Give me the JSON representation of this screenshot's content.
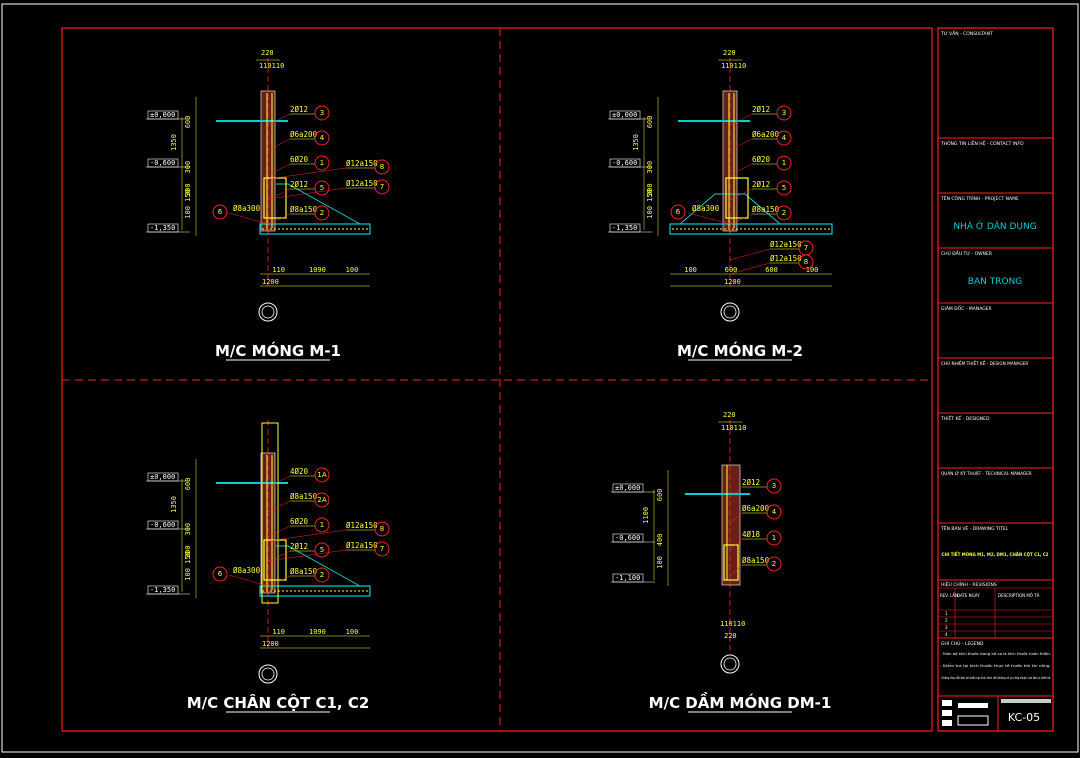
{
  "panels": [
    {
      "id": "m1",
      "title": "M/C MÓNG M-1",
      "top_dims": [
        "220",
        "110110"
      ],
      "levels": [
        "±0,000",
        "-0,600",
        "-1,350"
      ],
      "vdims": [
        "600",
        "1350",
        "300",
        "300",
        "100 150"
      ],
      "callouts": [
        {
          "label": "2Ø12",
          "bubble": "3"
        },
        {
          "label": "Ø6a200",
          "bubble": "4"
        },
        {
          "label": "6Ø20",
          "bubble": "1"
        },
        {
          "label": "2Ø12",
          "bubble": "5"
        },
        {
          "label": "Ø8a150",
          "bubble": "2"
        },
        {
          "label": "Ø12a150",
          "bubble": "8"
        },
        {
          "label": "Ø12a150",
          "bubble": "7"
        },
        {
          "label": "Ø8a300",
          "bubble": "6"
        }
      ],
      "bottom_dims": [
        "110",
        "1090",
        "100"
      ],
      "total_dim": "1200"
    },
    {
      "id": "m2",
      "title": "M/C MÓNG M-2",
      "top_dims": [
        "220",
        "110110"
      ],
      "levels": [
        "±0,000",
        "-0,600",
        "-1,350"
      ],
      "vdims": [
        "600",
        "1350",
        "300",
        "300",
        "100 150"
      ],
      "callouts": [
        {
          "label": "2Ø12",
          "bubble": "3"
        },
        {
          "label": "Ø6a200",
          "bubble": "4"
        },
        {
          "label": "6Ø20",
          "bubble": "1"
        },
        {
          "label": "2Ø12",
          "bubble": "5"
        },
        {
          "label": "Ø8a150",
          "bubble": "2"
        },
        {
          "label": "Ø8a300",
          "bubble": "6"
        },
        {
          "label": "Ø12a150",
          "bubble": "7"
        },
        {
          "label": "Ø12a150",
          "bubble": "8"
        }
      ],
      "bottom_dims": [
        "100",
        "600",
        "600",
        "100"
      ],
      "total_dim": "1200"
    },
    {
      "id": "c1c2",
      "title": "M/C CHÂN CỘT C1, C2",
      "top_dims": [],
      "levels": [
        "±0,000",
        "-0,600",
        "-1,350"
      ],
      "vdims": [
        "600",
        "1350",
        "300",
        "300",
        "100 150"
      ],
      "callouts": [
        {
          "label": "4Ø20",
          "bubble": "1A"
        },
        {
          "label": "Ø8a150",
          "bubble": "2A"
        },
        {
          "label": "6Ø20",
          "bubble": "1"
        },
        {
          "label": "2Ø12",
          "bubble": "5"
        },
        {
          "label": "Ø8a150",
          "bubble": "2"
        },
        {
          "label": "Ø12a150",
          "bubble": "8"
        },
        {
          "label": "Ø12a150",
          "bubble": "7"
        },
        {
          "label": "Ø8a300",
          "bubble": "6"
        }
      ],
      "bottom_dims": [
        "110",
        "1090",
        "100"
      ],
      "total_dim": "1200"
    },
    {
      "id": "dm1",
      "title": "M/C DẦM MÓNG DM-1",
      "top_dims": [
        "220",
        "110110"
      ],
      "levels": [
        "±0,000",
        "-0,600",
        "-1,100"
      ],
      "vdims": [
        "600",
        "1100",
        "400",
        "100"
      ],
      "callouts": [
        {
          "label": "2Ø12",
          "bubble": "3"
        },
        {
          "label": "Ø6a200",
          "bubble": "4"
        },
        {
          "label": "4Ø18",
          "bubble": "1"
        },
        {
          "label": "Ø8a150",
          "bubble": "2"
        }
      ],
      "bottom_dims": [
        "110110",
        "220"
      ],
      "total_dim": ""
    }
  ],
  "title_block": {
    "consultant_label": "TƯ VẤN - CONSULTANT",
    "contact_label": "THÔNG TIN LIÊN HỆ - CONTACT INFO",
    "project_label": "TÊN CÔNG TRÌNH - PROJECT NAME",
    "project_value": "NHÀ Ở DÂN DỤNG",
    "owner_label": "CHỦ ĐẦU TƯ - OWNER",
    "owner_value": "BẠN TRỌNG",
    "manager_label": "GIÁM ĐỐC - MANAGER",
    "design_manager_label": "CHỦ NHIỆM THIẾT KẾ - DESIGN MANAGER",
    "designed_label": "THIẾT KẾ - DESIGNED",
    "technical_label": "QUẢN LÝ KỸ THUẬT - TECHNICAL MANAGER",
    "drawing_title_label": "TÊN BẢN VẼ - DRAWING TITEL",
    "drawing_title_value": "CHI TIẾT MÓNG M1, M2, DM1, CHÂN CỘT C1, C2",
    "revision_label": "HIỆU CHỈNH - REVISIONS",
    "rev_headers": [
      "REV. LẦN",
      "DATE NGÀY",
      "DESCRIPTION MÔ TẢ"
    ],
    "rev_rows": [
      "1",
      "2",
      "3",
      "4"
    ],
    "legend_label": "GHI CHÚ - LEGEND",
    "legend_lines": [
      "- Toàn bộ kích thước trong hồ sơ là kích thước hoàn thiện.",
      "- Kiểm tra lại kích thước thực tế trước khi thi công.",
      "- Không thay đổi bản vẽ dưới mọi hình thức nếu không có sự chấp thuận của đơn vị thiết kế."
    ],
    "sheet_number": "KC-05"
  },
  "colors": {
    "frame": "#ff2020",
    "wall": "#c0392b",
    "rebar": "#ffff33",
    "slab": "#00d0d0",
    "text": "#ffffff"
  }
}
